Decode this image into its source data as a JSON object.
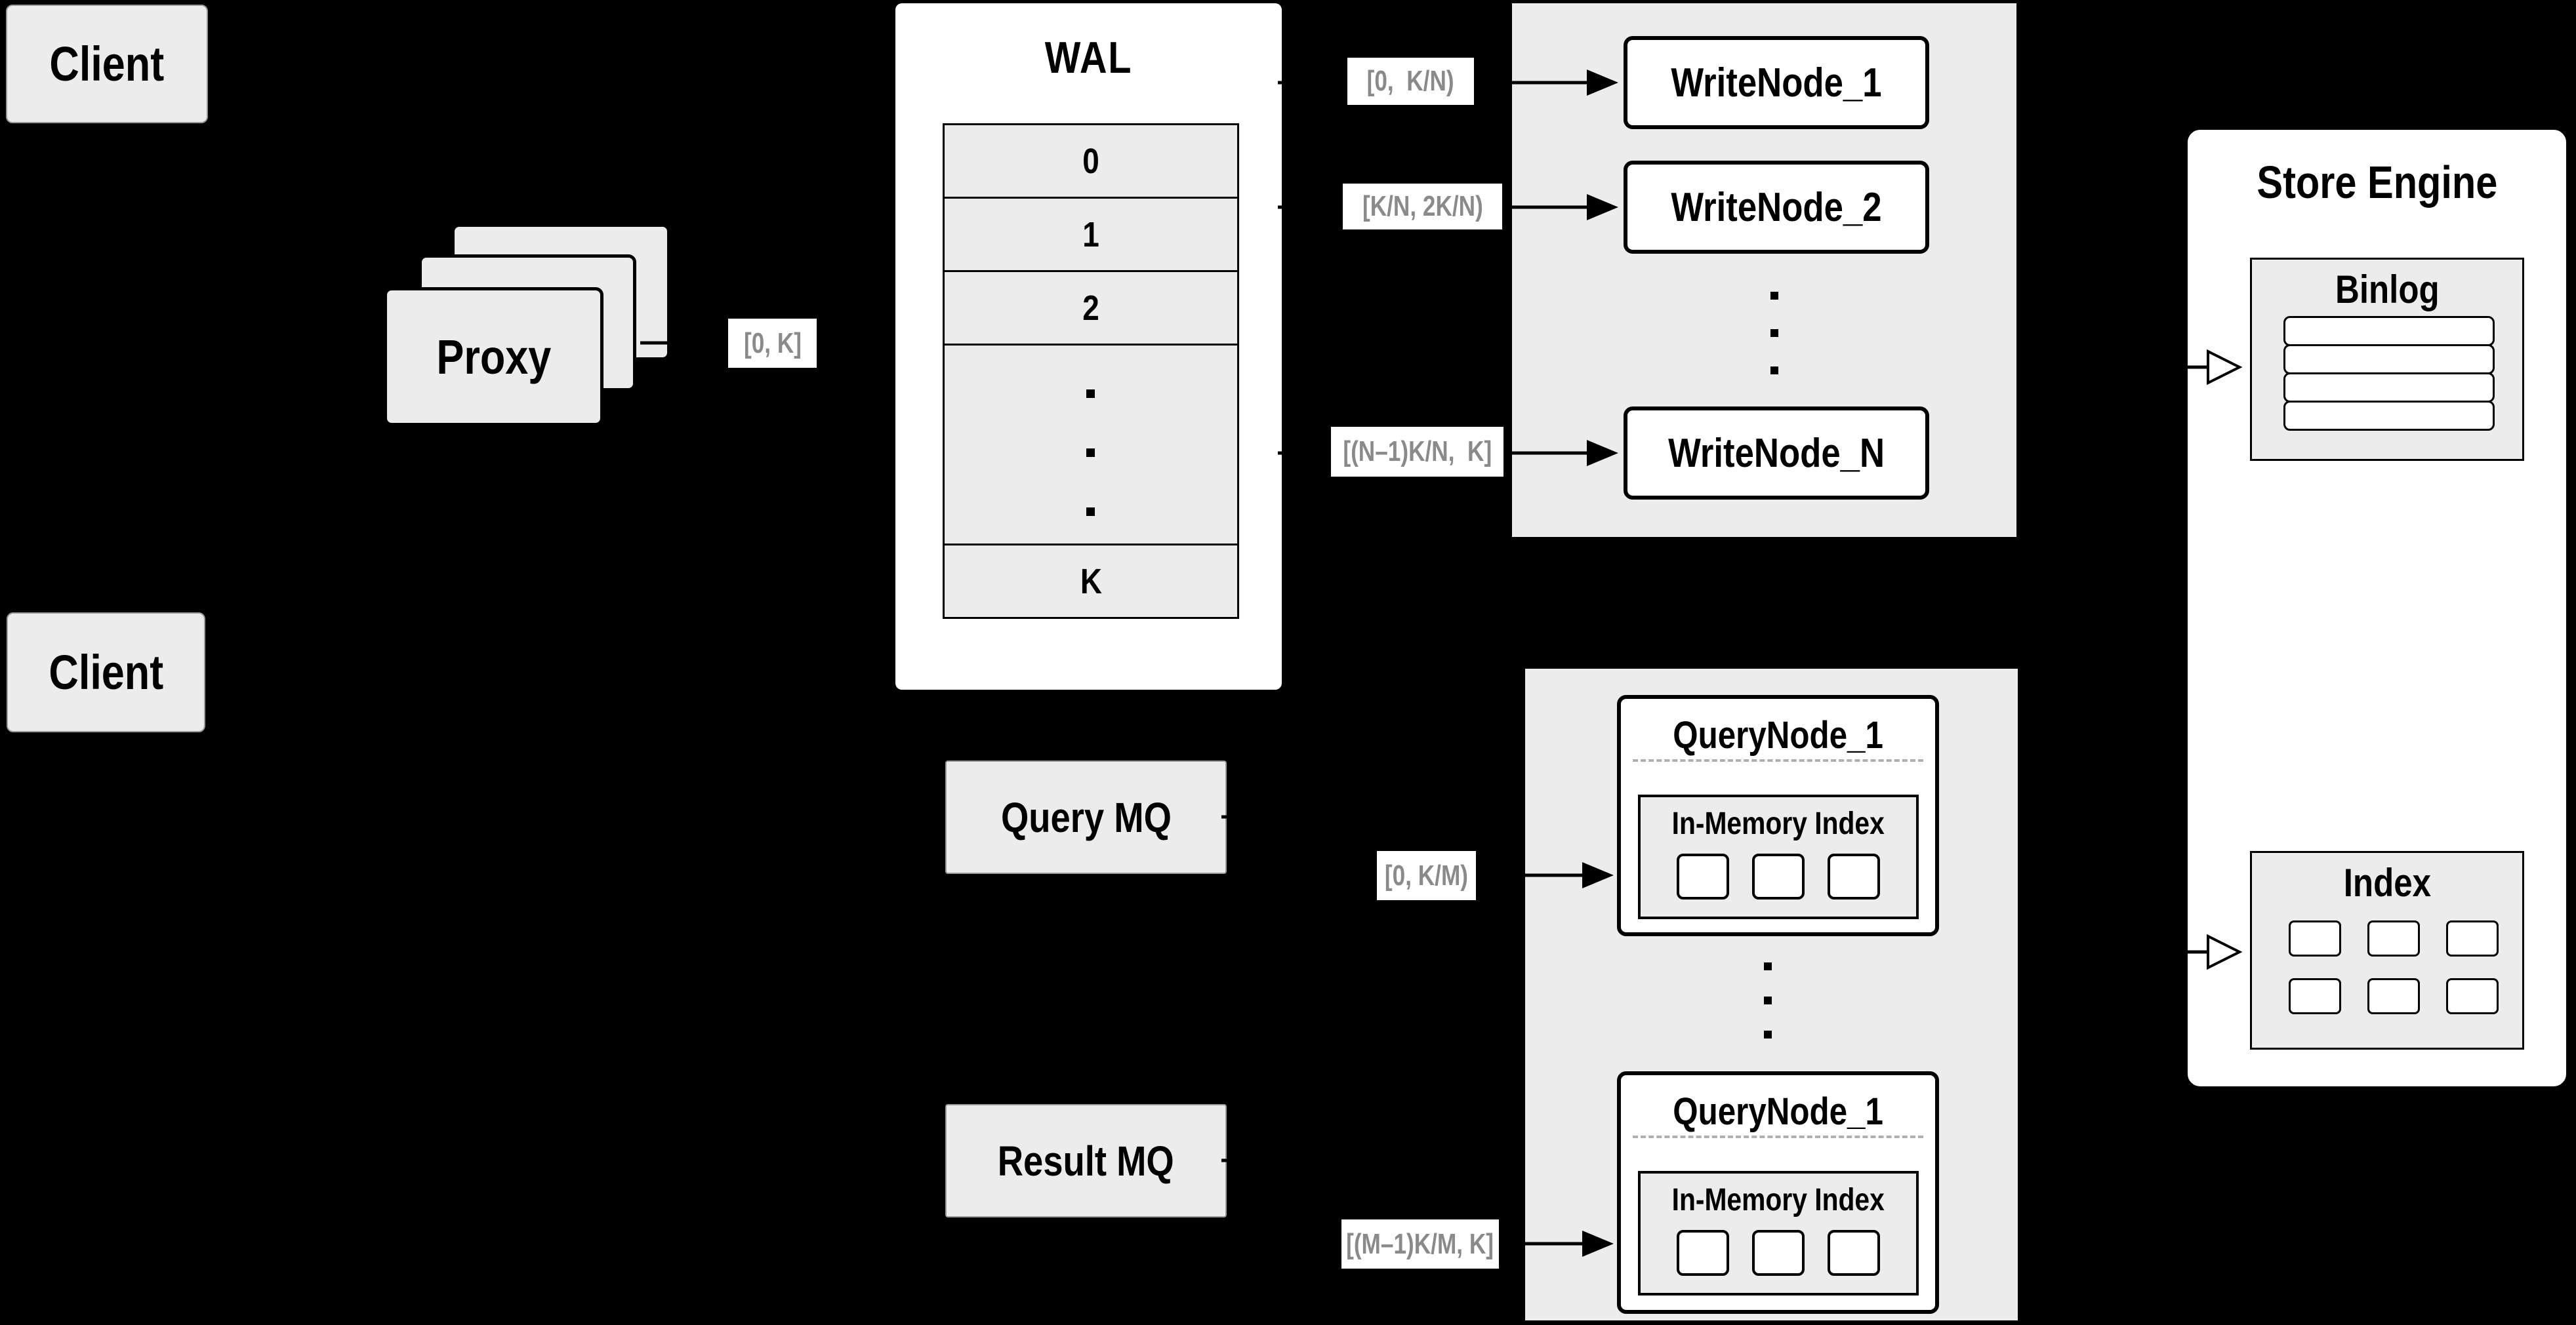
{
  "canvas": {
    "background": "#000000",
    "panel_gray": "#ececec",
    "node_white": "#ffffff",
    "line_black": "#000000",
    "edge_label_gray": "#8a8a8a"
  },
  "clients": {
    "top": "Client",
    "bottom": "Client"
  },
  "proxy": {
    "label": "Proxy"
  },
  "wal": {
    "title": "WAL",
    "rows": [
      "0",
      "1",
      "2",
      "K"
    ]
  },
  "write_section": {
    "nodes": [
      "WriteNode_1",
      "WriteNode_2",
      "WriteNode_N"
    ]
  },
  "query_section": {
    "nodes": [
      {
        "title": "QueryNode_1",
        "memory": "In-Memory Index"
      },
      {
        "title": "QueryNode_1",
        "memory": "In-Memory Index"
      }
    ]
  },
  "mq": {
    "query": "Query MQ",
    "result": "Result MQ"
  },
  "store_engine": {
    "title": "Store Engine",
    "binlog": "Binlog",
    "index": "Index"
  },
  "edge_labels": {
    "proxy_to_wal": "[0, K]",
    "wal_to_write_1": "[0,  K/N)",
    "wal_to_write_2": "[K/N, 2K/N)",
    "wal_to_write_n": "[(N–1)K/N,  K]",
    "mq_to_query_1": "[0, K/M)",
    "mq_to_query_m": "[(M–1)K/M, K]"
  }
}
